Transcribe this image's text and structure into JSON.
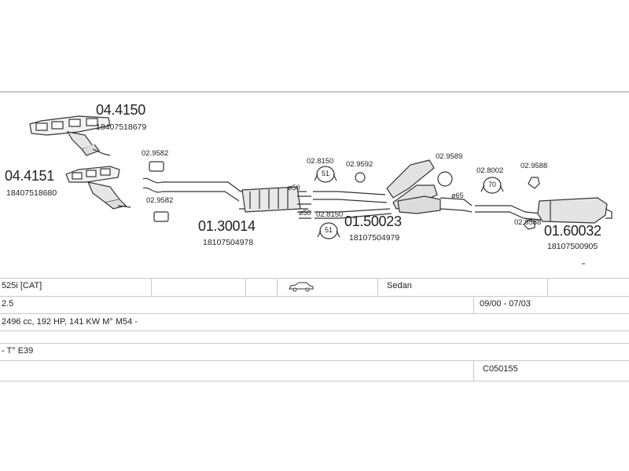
{
  "parts": {
    "manifold_1": {
      "code": "04.4150",
      "oem": "18407518679"
    },
    "manifold_2": {
      "code": "04.4151",
      "oem": "18407518680"
    },
    "front_pipe": {
      "code": "01.30014",
      "oem": "18107504978"
    },
    "middle_silencer": {
      "code": "01.50023",
      "oem": "18107504979"
    },
    "rear_silencer": {
      "code": "01.60032",
      "oem": "18107500905"
    }
  },
  "small_parts": {
    "gasket_top": "02.9582",
    "gasket_bottom": "02.9582",
    "clamp_50_top": "02.8150",
    "gasket_9592": "02.9592",
    "clamp_50_bottom": "02.8150",
    "hanger_9589": "02.9589",
    "clamp_8002": "02.8002",
    "hanger_9588_top": "02.9588",
    "hanger_9588_bottom": "02.9588"
  },
  "diameters": {
    "d50_top": "ø50",
    "d50_bottom": "ø50",
    "d65": "ø65"
  },
  "clamp_sizes": {
    "c51_top": "51",
    "c51_bottom": "51",
    "c70": "70"
  },
  "vehicle": {
    "model": "525i  [CAT]",
    "body": "Sedan",
    "engine_size": "2.5",
    "years": "09/00 - 07/03",
    "engine": "2496 cc, 192 HP, 141 KW M° M54 -",
    "type": "- T° E39",
    "code": "C050155"
  }
}
